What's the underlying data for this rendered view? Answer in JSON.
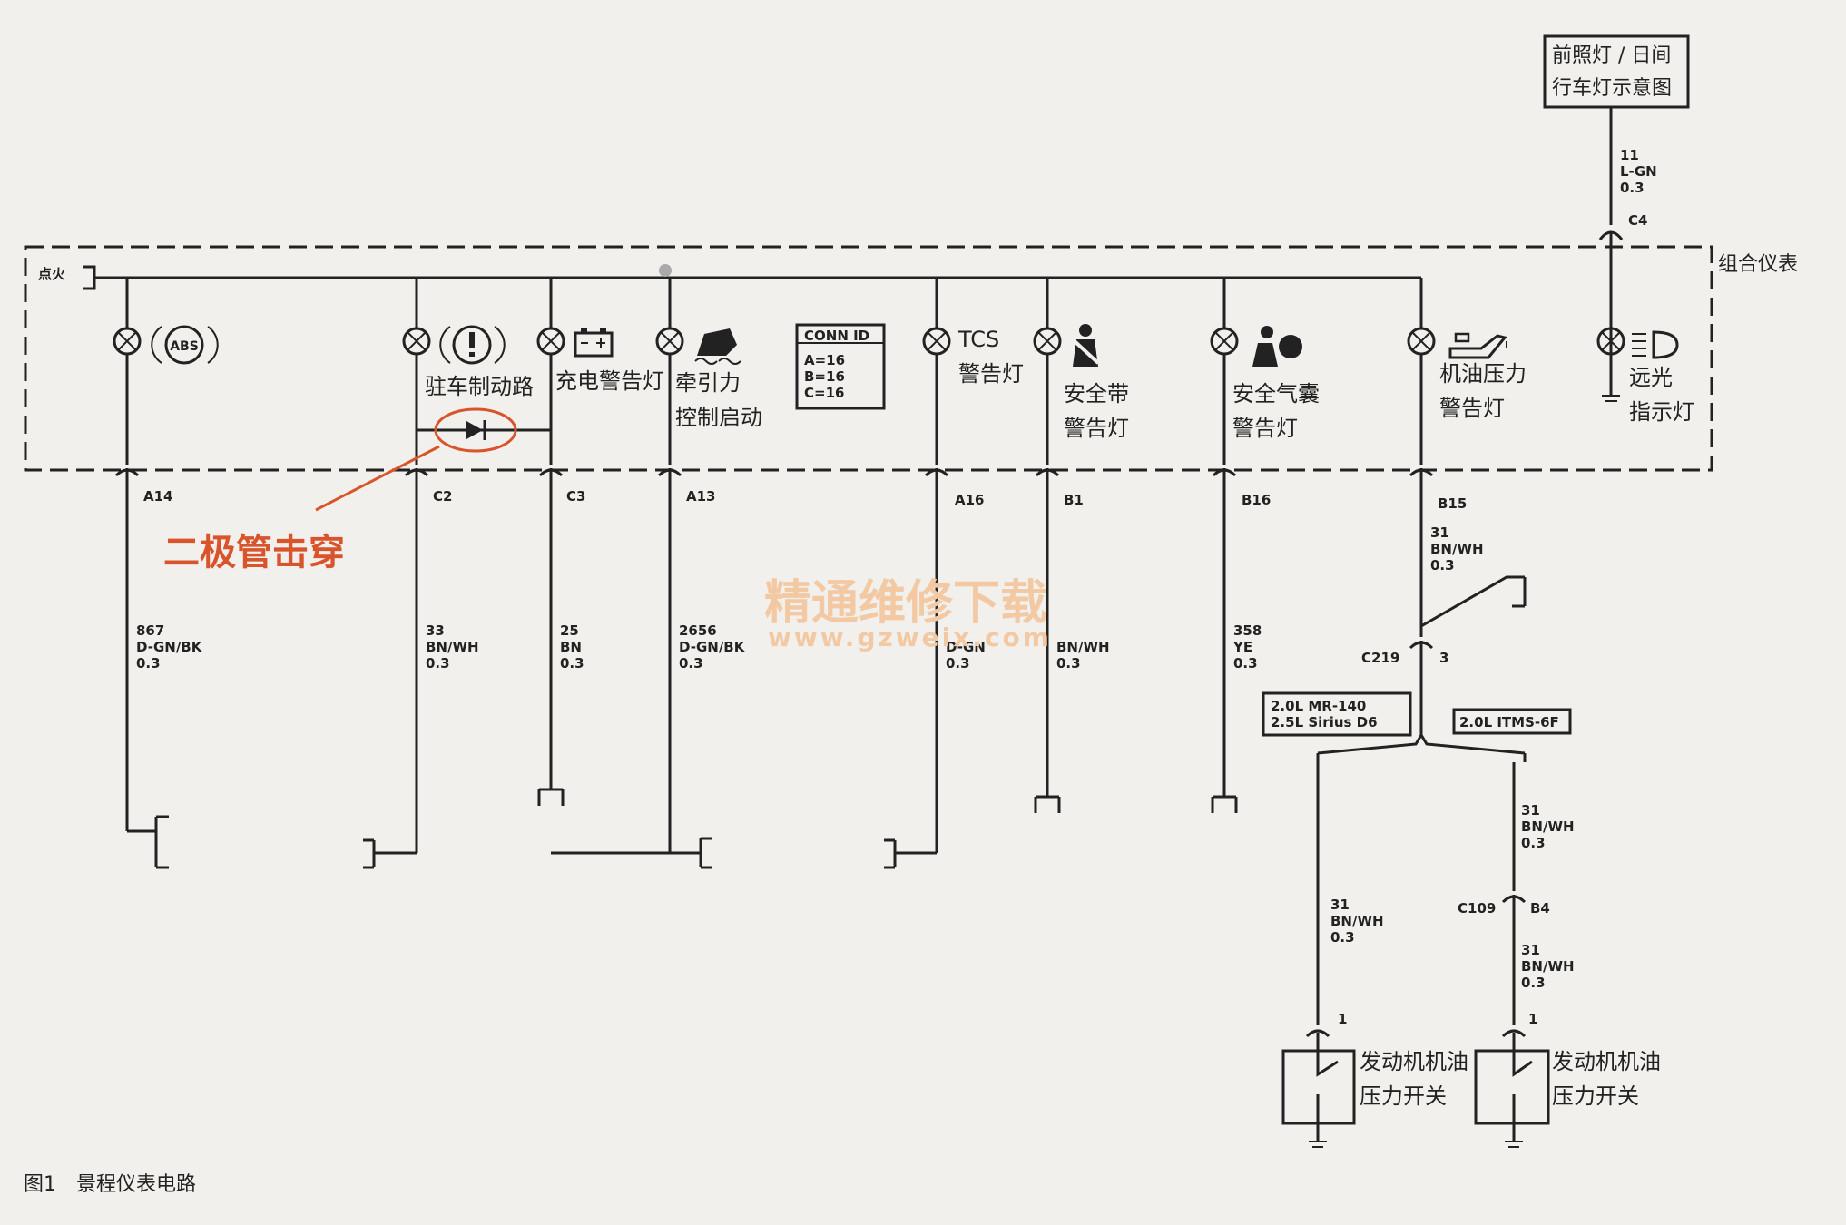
{
  "diagram": {
    "title_box": [
      "前照灯 / 日间",
      "行车灯示意图"
    ],
    "module_label": "组合仪表",
    "ignition_label": "点火",
    "conn_id": {
      "title": "CONN ID",
      "lines": [
        "A=16",
        "B=16",
        "C=16"
      ]
    },
    "fault_label": "二极管击穿",
    "caption": "图1　景程仪表电路",
    "watermark": {
      "cn": "精通维修下载",
      "url": "www.gzweix.com"
    },
    "lamps": [
      {
        "id": "abs",
        "icon": "ABS",
        "label": [
          "",
          ""
        ],
        "connector": "A14",
        "wire": [
          "867",
          "D-GN/BK",
          "0.3"
        ]
      },
      {
        "id": "parking-brake",
        "icon": "(!)",
        "label": [
          "驻车制动路",
          ""
        ],
        "connector": "C2",
        "wire": [
          "33",
          "BN/WH",
          "0.3"
        ]
      },
      {
        "id": "charge",
        "icon": "",
        "label": [
          "充电警告灯",
          ""
        ],
        "connector": "C3",
        "wire": [
          "25",
          "BN",
          "0.3"
        ]
      },
      {
        "id": "traction",
        "icon": "",
        "label": [
          "牵引力",
          "控制启动"
        ],
        "connector": "A13",
        "wire": [
          "2656",
          "D-GN/BK",
          "0.3"
        ]
      },
      {
        "id": "tcs",
        "icon": "TCS",
        "label": [
          "警告灯",
          ""
        ],
        "connector": "A16",
        "wire": [
          "",
          "D-GN",
          "0.3"
        ]
      },
      {
        "id": "seatbelt",
        "icon": "",
        "label": [
          "安全带",
          "警告灯"
        ],
        "connector": "B1",
        "wire": [
          "",
          "BN/WH",
          "0.3"
        ]
      },
      {
        "id": "airbag",
        "icon": "",
        "label": [
          "安全气囊",
          "警告灯"
        ],
        "connector": "B16",
        "wire": [
          "358",
          "YE",
          "0.3"
        ]
      },
      {
        "id": "oil-pressure",
        "icon": "",
        "label": [
          "机油压力",
          "警告灯"
        ],
        "connector": "B15",
        "wire": [
          "31",
          "BN/WH",
          "0.3"
        ]
      },
      {
        "id": "high-beam",
        "icon": "",
        "label": [
          "远光",
          "指示灯"
        ],
        "connector": "",
        "wire": [
          "",
          "",
          ""
        ]
      }
    ],
    "high_beam_feed": {
      "wire": [
        "11",
        "L-GN",
        "0.3"
      ],
      "connector": "C4"
    },
    "splice": {
      "connector": "C219",
      "pin": "3"
    },
    "engine_boxes": {
      "left": [
        "2.0L MR-140",
        "2.5L Sirius D6"
      ],
      "right": "2.0L ITMS-6F"
    },
    "left_branch": {
      "wire": [
        "31",
        "BN/WH",
        "0.3"
      ],
      "pin": "1",
      "switch": [
        "发动机机油",
        "压力开关"
      ]
    },
    "right_branch": {
      "wire_upper": [
        "31",
        "BN/WH",
        "0.3"
      ],
      "connector": [
        "C109",
        "B4"
      ],
      "wire_lower": [
        "31",
        "BN/WH",
        "0.3"
      ],
      "pin": "1",
      "switch": [
        "发动机机油",
        "压力开关"
      ]
    }
  }
}
